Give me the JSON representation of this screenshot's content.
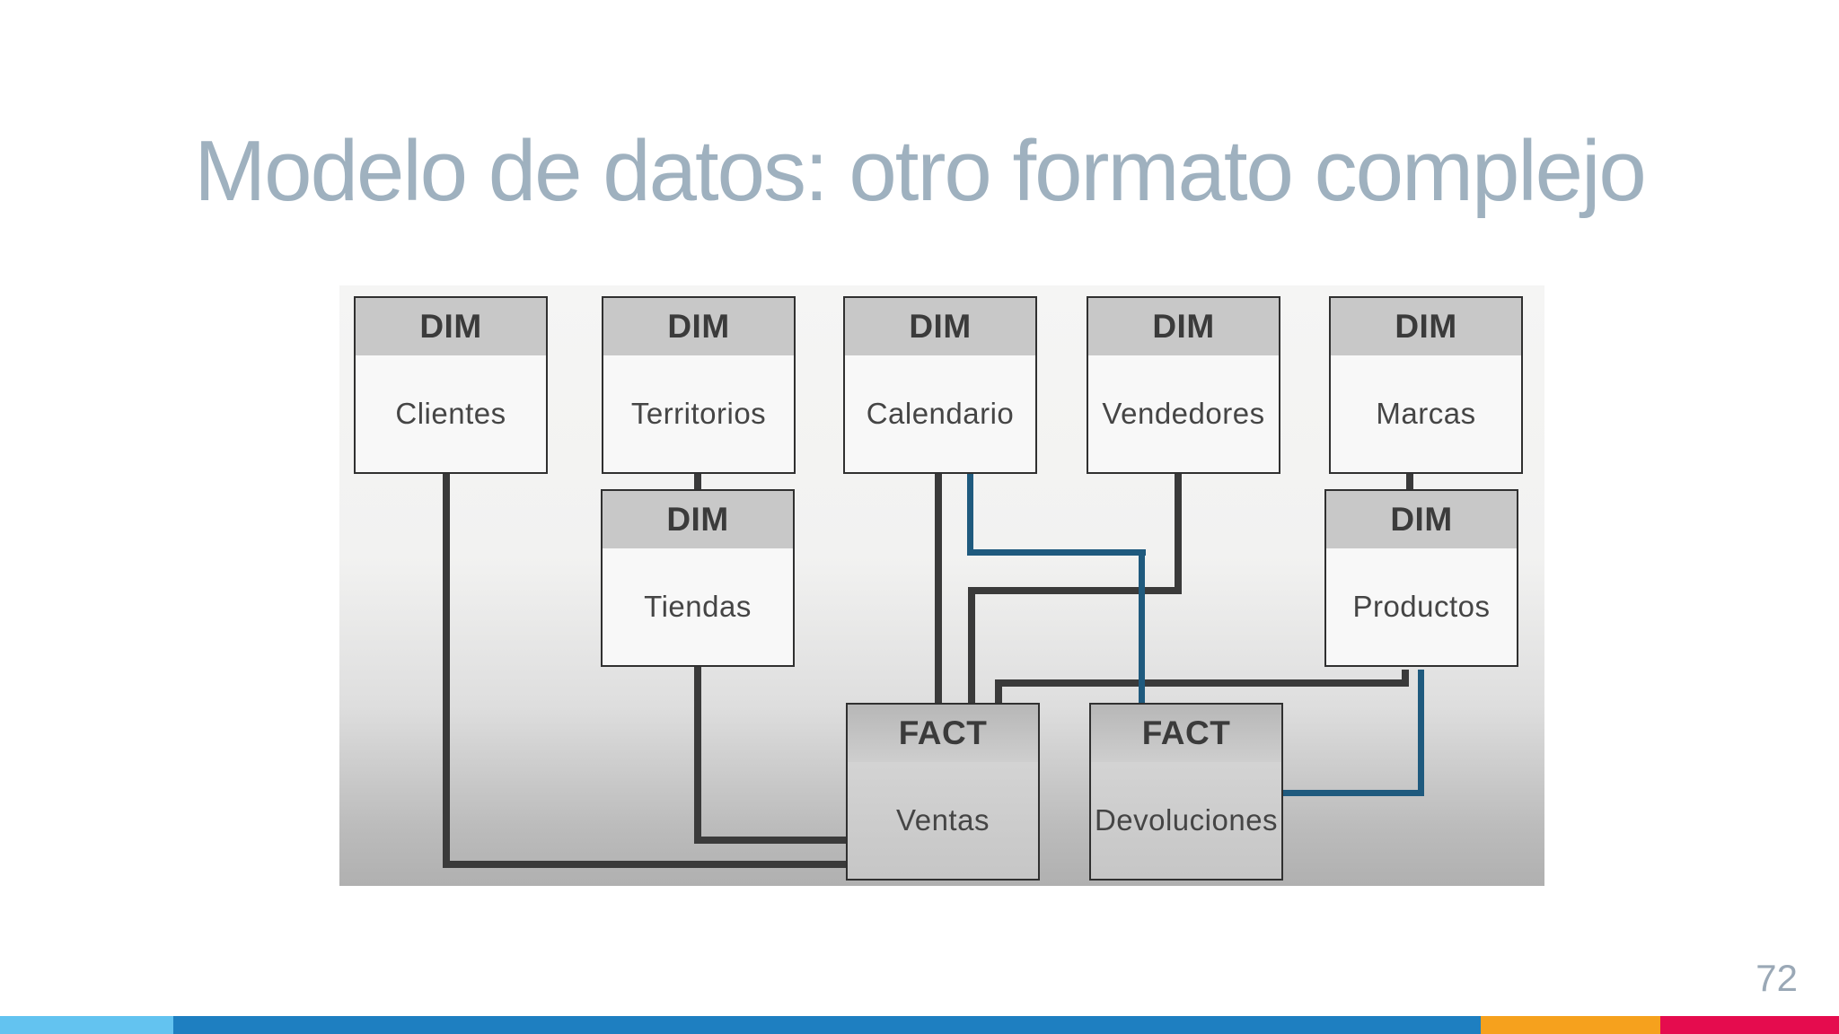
{
  "slide": {
    "title": "Modelo de datos: otro formato complejo",
    "page_number": "72"
  },
  "diagram": {
    "tables": [
      {
        "type": "DIM",
        "label": "Clientes"
      },
      {
        "type": "DIM",
        "label": "Territorios"
      },
      {
        "type": "DIM",
        "label": "Calendario"
      },
      {
        "type": "DIM",
        "label": "Vendedores"
      },
      {
        "type": "DIM",
        "label": "Marcas"
      },
      {
        "type": "DIM",
        "label": "Tiendas"
      },
      {
        "type": "DIM",
        "label": "Productos"
      },
      {
        "type": "FACT",
        "label": "Ventas"
      },
      {
        "type": "FACT",
        "label": "Devoluciones"
      }
    ],
    "relationships": [
      {
        "from": "Clientes",
        "to": "Ventas",
        "line": "dark"
      },
      {
        "from": "Territorios",
        "to": "Tiendas",
        "line": "dark"
      },
      {
        "from": "Tiendas",
        "to": "Ventas",
        "line": "dark"
      },
      {
        "from": "Calendario",
        "to": "Ventas",
        "line": "dark"
      },
      {
        "from": "Calendario",
        "to": "Devoluciones",
        "line": "blue"
      },
      {
        "from": "Vendedores",
        "to": "Ventas",
        "line": "dark"
      },
      {
        "from": "Marcas",
        "to": "Productos",
        "line": "dark"
      },
      {
        "from": "Productos",
        "to": "Ventas",
        "line": "dark"
      },
      {
        "from": "Productos",
        "to": "Devoluciones",
        "line": "blue"
      }
    ]
  },
  "colors": {
    "title": "#9FB1BF",
    "page-number": "#9AA8B6",
    "line-dark": "#3A3A3A",
    "line-blue": "#1F5A7E",
    "box-border": "#303030",
    "dim-header": "#C8C8C8",
    "dim-body": "#F8F8F8",
    "footer-1": "#63C3F0",
    "footer-2": "#1E7FC1",
    "footer-3": "#F6A11D",
    "footer-4": "#E50C4E"
  }
}
